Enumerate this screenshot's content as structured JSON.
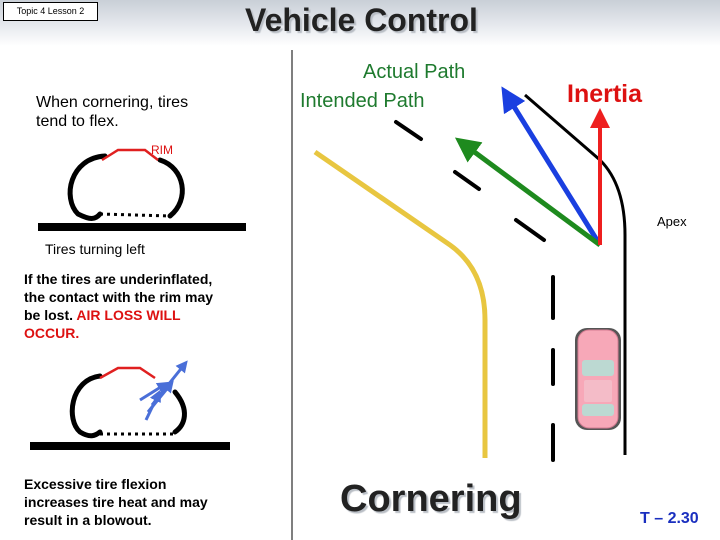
{
  "header": {
    "topic_label": "Topic 4 Lesson 2",
    "title": "Vehicle Control"
  },
  "left": {
    "cornering_text_line1": "When cornering, tires",
    "cornering_text_line2": "tend to flex.",
    "rim_label": "RIM",
    "tires_turning_label": "Tires turning left",
    "underinflated_line1": "If the tires are underinflated,",
    "underinflated_line2": "the contact with the rim may",
    "underinflated_line3_black": "be lost. ",
    "underinflated_line3_red": "AIR LOSS WILL",
    "underinflated_line4_red": "OCCUR.",
    "blowout_line1": "Excessive tire flexion",
    "blowout_line2": "increases tire heat and may",
    "blowout_line3": "result in a blowout."
  },
  "right": {
    "actual_path_label": "Actual Path",
    "intended_path_label": "Intended Path",
    "inertia_label": "Inertia",
    "apex_label": "Apex",
    "cornering_caption": "Cornering",
    "slide_number": "T – 2.30"
  },
  "colors": {
    "actual_path": "#1a3fe0",
    "intended_path": "#1e8a1e",
    "inertia": "#ee1f1f",
    "road_edge": "#e8c640",
    "alert_text": "#dd1111",
    "slide_number": "#1a2fbf",
    "car_body": "#f7a8b8"
  }
}
